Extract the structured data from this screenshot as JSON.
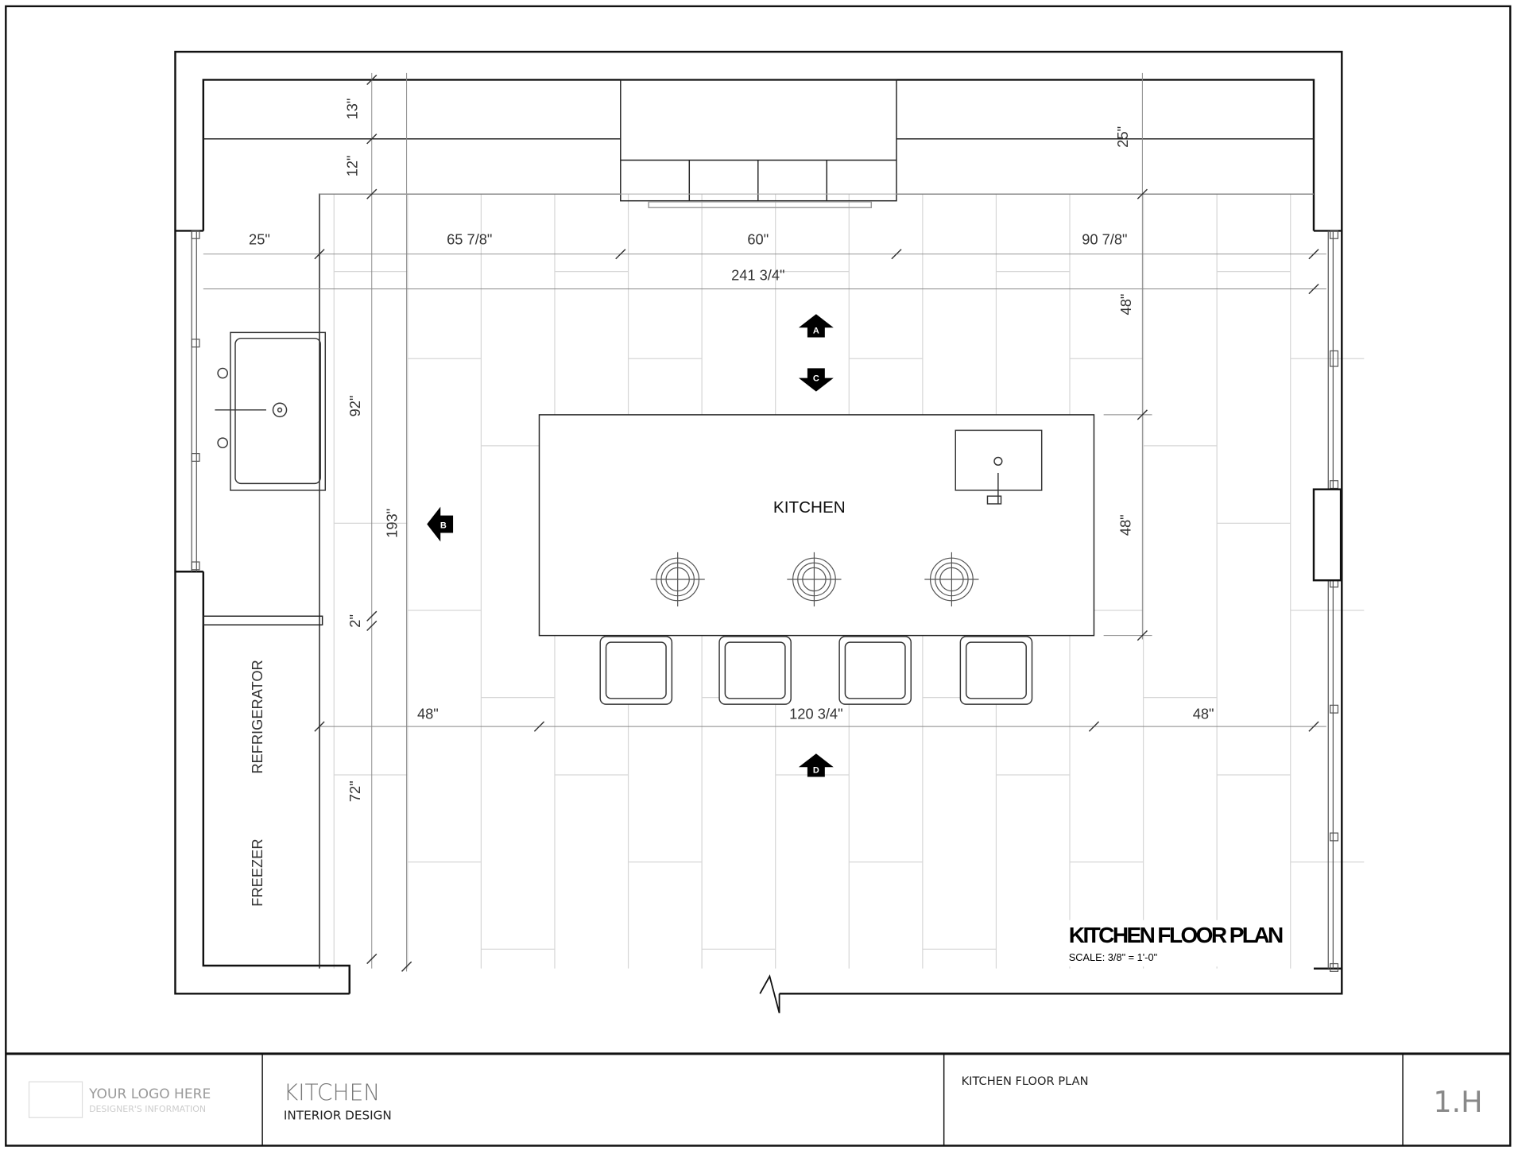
{
  "plan": {
    "title": "KITCHEN FLOOR PLAN",
    "scale": "SCALE: 3/8\" = 1'-0\"",
    "room_label": "KITCHEN",
    "appliances": {
      "refrigerator": "REFRIGERATOR",
      "freezer": "FREEZER"
    },
    "elevation_markers": [
      "A",
      "B",
      "C",
      "D"
    ],
    "dimensions": {
      "top_13": "13\"",
      "top_12": "12\"",
      "top_25_right": "25\"",
      "left_25": "25\"",
      "span_65": "65 7/8\"",
      "span_60": "60\"",
      "span_90": "90 7/8\"",
      "overall_width": "241 3/4\"",
      "right_48_top": "48\"",
      "right_48_mid": "48\"",
      "left_92": "92\"",
      "left_193": "193\"",
      "left_2": "2\"",
      "left_72": "72\"",
      "bottom_48_left": "48\"",
      "island_width": "120 3/4\"",
      "bottom_48_right": "48\""
    }
  },
  "title_block": {
    "logo_text": "YOUR LOGO HERE",
    "designer_info": "DESIGNER'S INFORMATION",
    "project": "KITCHEN",
    "subtitle": "INTERIOR DESIGN",
    "sheet_title": "KITCHEN FLOOR PLAN",
    "sheet_number": "1.H"
  }
}
